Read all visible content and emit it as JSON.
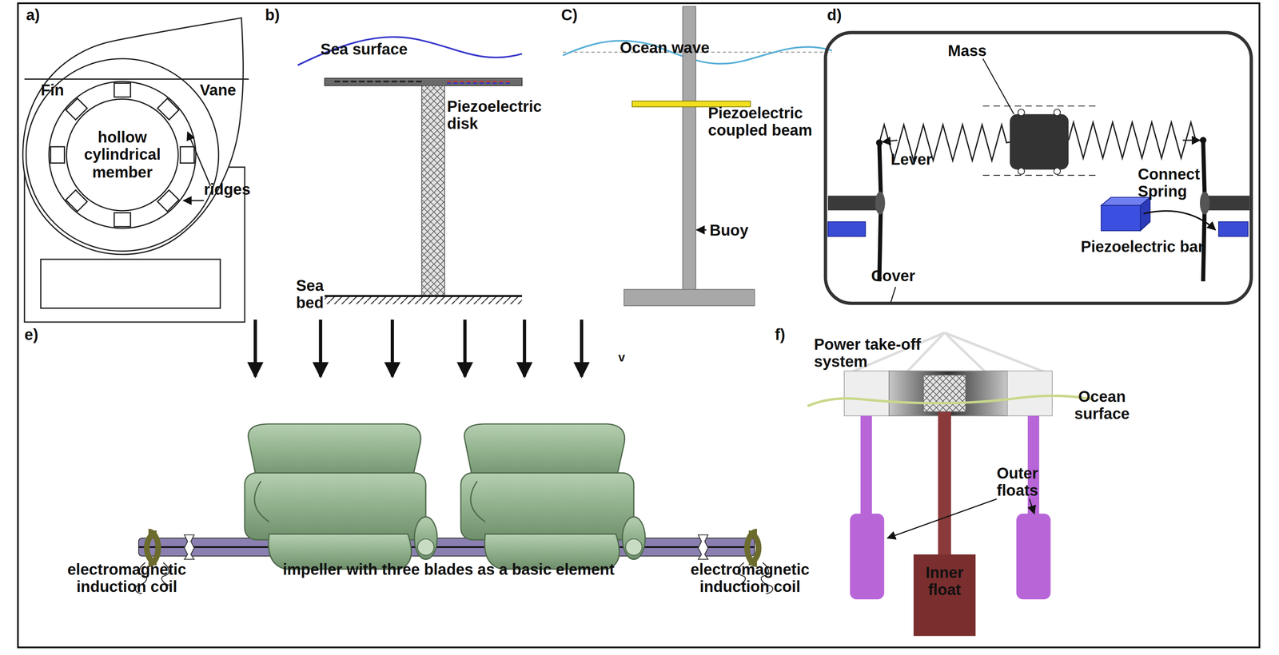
{
  "diagram": {
    "nodes": [
      {
        "text": [
          "hollow cylindrical member"
        ]
      },
      {
        "text": [
          "Inner float"
        ]
      }
    ],
    "labels": [
      "a)",
      "Fin",
      "Vane",
      "ridges",
      "b)",
      "Sea surface",
      "Piezoelectric disk",
      "Sea bed",
      "C)",
      "Ocean wave",
      "Piezoelectric coupled beam",
      "Buoy",
      "d)",
      "Mass",
      "Lever",
      "Connect Spring",
      "Piezoelectric bar",
      "Cover",
      "e)",
      "v",
      "electromagnetic induction coil",
      "impeller with three blades as a basic element",
      "electromagnetic induction coil",
      "f)",
      "Power take-off system",
      "Ocean surface",
      "Outer floats"
    ]
  }
}
